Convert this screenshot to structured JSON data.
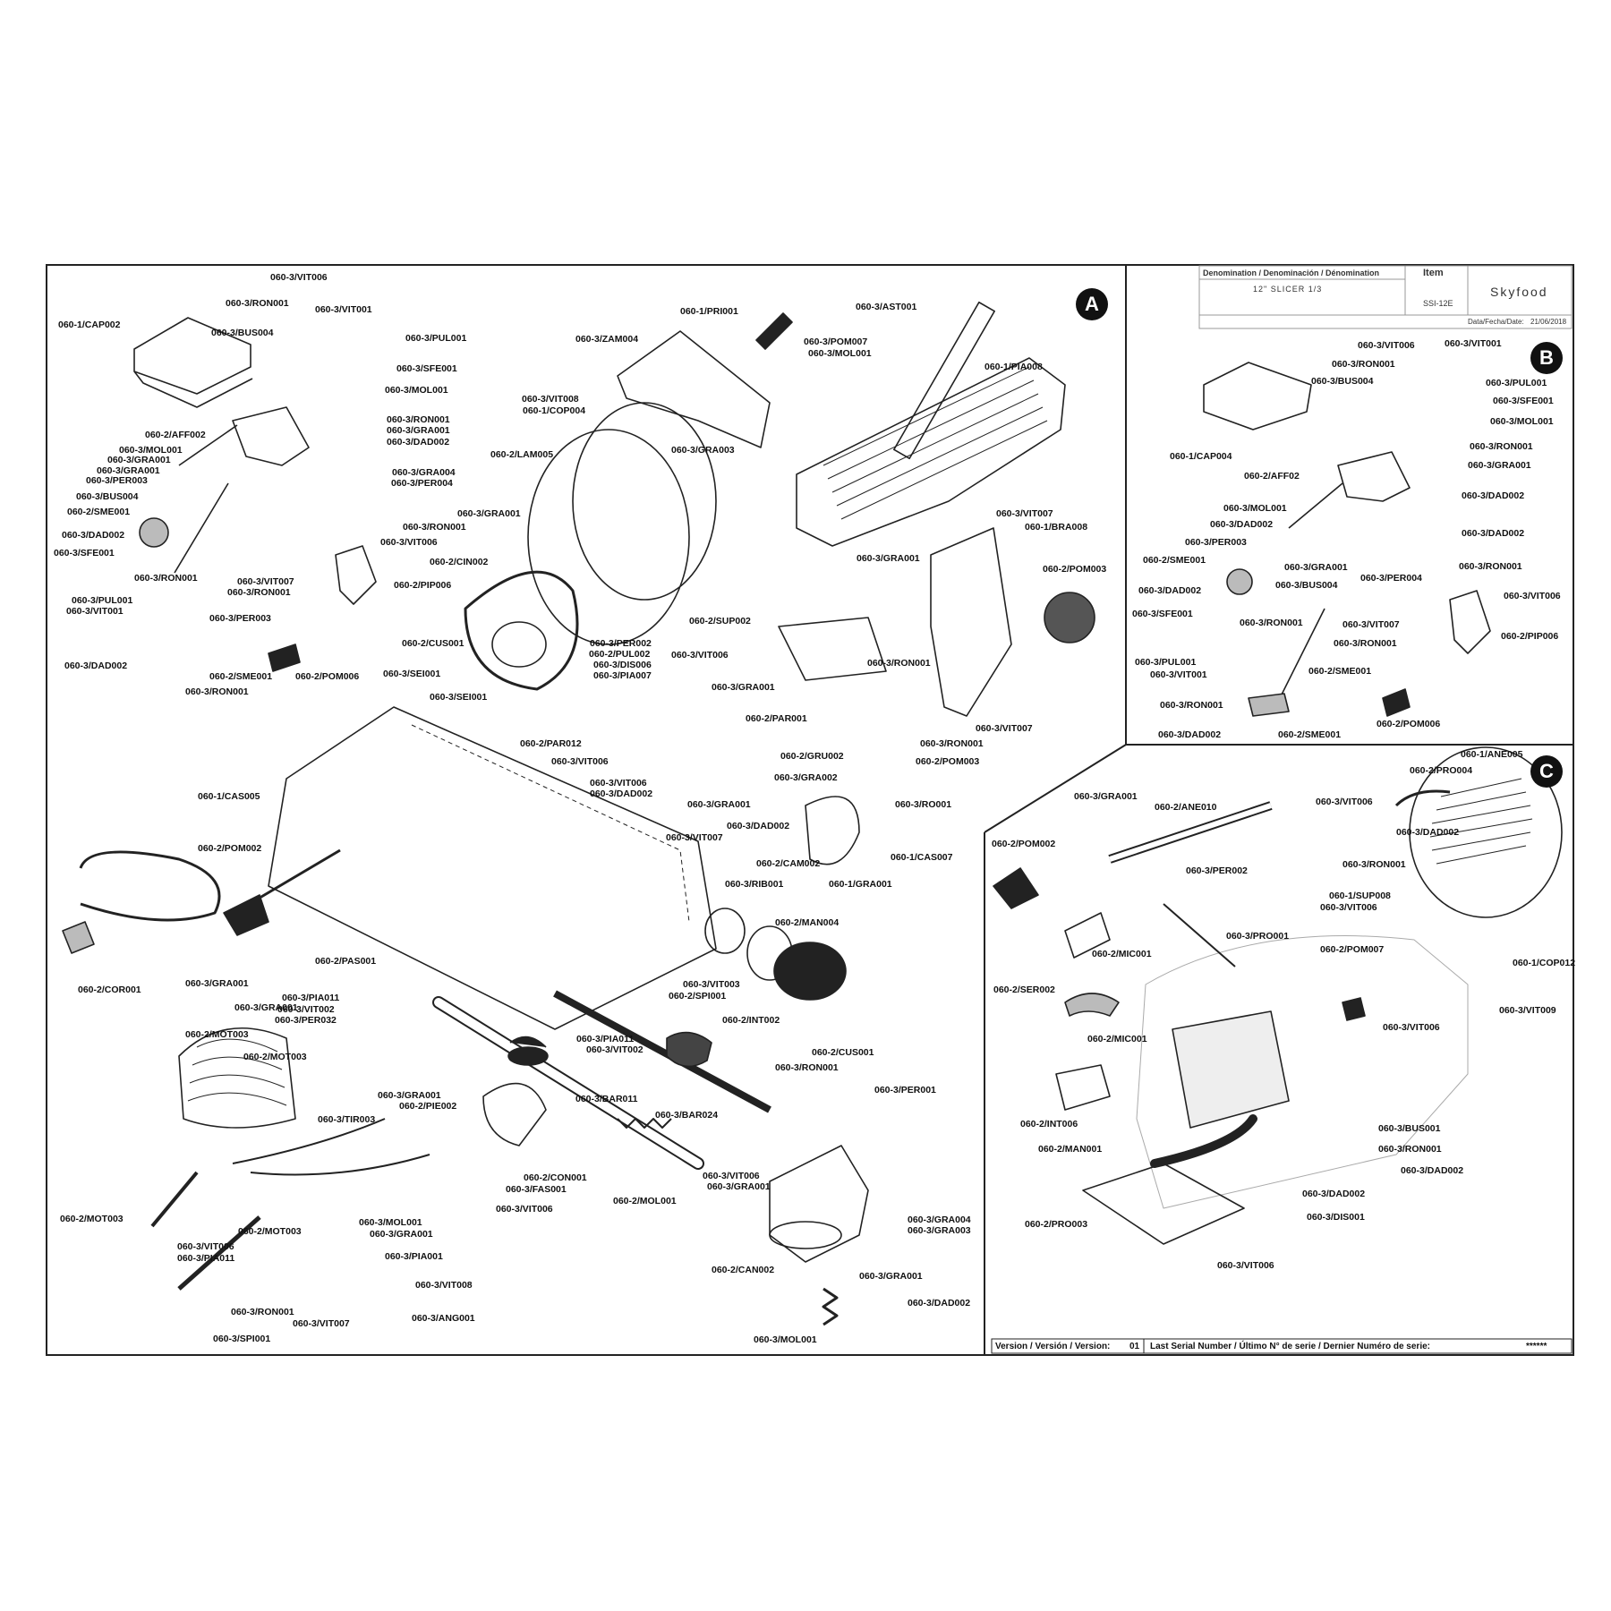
{
  "panels": {
    "A": "A",
    "B": "B",
    "C": "C"
  },
  "title_block": {
    "denomination_header": "Denomination / Denominación / Dénomination",
    "item_header": "Item",
    "denomination_value": "12\" SLICER 1/3",
    "item_value": "SSI-12E",
    "brand": "Skyfood",
    "date_label": "Data/Fecha/Date:",
    "date_value": "21/06/2018"
  },
  "footer": {
    "version_label": "Version / Versión / Version:",
    "version_value": "01",
    "serial_label": "Last Serial Number / Último N° de serie / Dernier Numéro de serie:",
    "serial_value": "******"
  },
  "labels_a": [
    "060-3/VIT006",
    "060-3/RON001",
    "060-3/VIT001",
    "060-1/CAP002",
    "060-3/BUS004",
    "060-3/PUL001",
    "060-3/SFE001",
    "060-3/MOL001",
    "060-3/RON001",
    "060-3/GRA001",
    "060-2/AFF002",
    "060-3/DAD002",
    "060-3/MOL001",
    "060-3/GRA001",
    "060-3/GRA001",
    "060-3/GRA004",
    "060-3/PER003",
    "060-3/PER004",
    "060-3/BUS004",
    "060-2/SME001",
    "060-3/RON001",
    "060-3/VIT006",
    "060-3/DAD002",
    "060-3/SFE001",
    "060-3/VIT007",
    "060-3/RON001",
    "060-3/RON001",
    "060-2/PIP006",
    "060-3/PUL001",
    "060-3/VIT001",
    "060-3/PER003",
    "060-3/DAD002",
    "060-2/SME001",
    "060-2/POM006",
    "060-3/RON001",
    "060-1/PRI001",
    "060-3/AST001",
    "060-3/ZAM004",
    "060-3/POM007",
    "060-3/MOL001",
    "060-1/PIA008",
    "060-3/VIT008",
    "060-1/COP004",
    "060-3/GRA003",
    "060-2/LAM005",
    "060-3/GRA001",
    "060-3/VIT007",
    "060-1/BRA008",
    "060-2/CIN002",
    "060-3/GRA001",
    "060-2/POM003",
    "060-2/CUS001",
    "060-3/SEI001",
    "060-3/PER002",
    "060-2/PUL002",
    "060-3/DIS006",
    "060-3/PIA007",
    "060-3/SEI001",
    "060-2/SUP002",
    "060-3/VIT006",
    "060-3/RON001",
    "060-3/GRA001",
    "060-3/VIT007",
    "060-2/PAR001",
    "060-3/RON001",
    "060-2/POM003",
    "060-2/PAR012",
    "060-3/VIT006",
    "060-2/GRU002",
    "060-3/VIT006",
    "060-3/DAD002",
    "060-3/GRA002",
    "060-1/CAS005",
    "060-3/GRA001",
    "060-3/RO001",
    "060-3/DAD002",
    "060-3/VIT007",
    "060-1/CAS007",
    "060-2/CAM002",
    "060-1/GRA001",
    "060-2/POM002",
    "060-3/RIB001",
    "060-2/MAN004",
    "060-2/COR001",
    "060-3/GRA001",
    "060-2/PAS001",
    "060-3/VIT003",
    "060-2/SPI001",
    "060-3/GRA001",
    "060-3/PIA011",
    "060-3/VIT002",
    "060-3/PER032",
    "060-2/INT002",
    "060-2/MOT003",
    "060-3/PIA011",
    "060-3/VIT002",
    "060-2/MOT003",
    "060-2/CUS001",
    "060-3/RON001",
    "060-3/PER001",
    "060-3/GRA001",
    "060-2/PIE002",
    "060-3/BAR011",
    "060-3/BAR024",
    "060-3/TIR003",
    "060-2/CON001",
    "060-3/FAS001",
    "060-3/VIT006",
    "060-2/MOL001",
    "060-3/VIT006",
    "060-3/GRA001",
    "060-2/MOT003",
    "060-3/VIT006",
    "060-2/MOT003",
    "060-3/MOL001",
    "060-3/GRA001",
    "060-3/GRA004",
    "060-3/GRA003",
    "060-3/PIA011",
    "060-3/PIA001",
    "060-2/CAN002",
    "060-3/VIT008",
    "060-3/GRA001",
    "060-3/RON001",
    "060-3/VIT007",
    "060-3/ANG001",
    "060-3/DAD002",
    "060-3/SPI001",
    "060-3/MOL001"
  ],
  "labels_b": [
    "060-3/VIT006",
    "060-3/VIT001",
    "060-3/RON001",
    "060-3/PUL001",
    "060-3/BUS004",
    "060-3/SFE001",
    "060-3/MOL001",
    "060-3/RON001",
    "060-1/CAP004",
    "060-3/GRA001",
    "060-2/AFF02",
    "060-3/DAD002",
    "060-3/MOL001",
    "060-3/DAD002",
    "060-3/DAD002",
    "060-3/PER003",
    "060-2/SME001",
    "060-3/GRA001",
    "060-3/RON001",
    "060-3/DAD002",
    "060-3/BUS004",
    "060-3/PER004",
    "060-3/VIT006",
    "060-3/SFE001",
    "060-3/RON001",
    "060-3/VIT007",
    "060-3/PUL001",
    "060-3/RON001",
    "060-2/PIP006",
    "060-3/VIT001",
    "060-2/SME001",
    "060-3/RON001",
    "060-2/POM006",
    "060-3/DAD002",
    "060-2/SME001"
  ],
  "labels_c": [
    "060-1/ANE005",
    "060-2/PRO004",
    "060-3/GRA001",
    "060-2/ANE010",
    "060-3/VIT006",
    "060-3/DAD002",
    "060-2/POM002",
    "060-3/RON001",
    "060-3/PER002",
    "060-1/SUP008",
    "060-3/VIT006",
    "060-3/PRO001",
    "060-2/POM007",
    "060-2/MIC001",
    "060-1/COP012",
    "060-3/VIT009",
    "060-2/SER002",
    "060-3/VIT006",
    "060-2/MIC001",
    "060-2/INT006",
    "060-3/BUS001",
    "060-2/MAN001",
    "060-3/RON001",
    "060-3/DAD002",
    "060-3/DAD002",
    "060-2/PRO003",
    "060-3/DIS001",
    "060-3/VIT006"
  ]
}
